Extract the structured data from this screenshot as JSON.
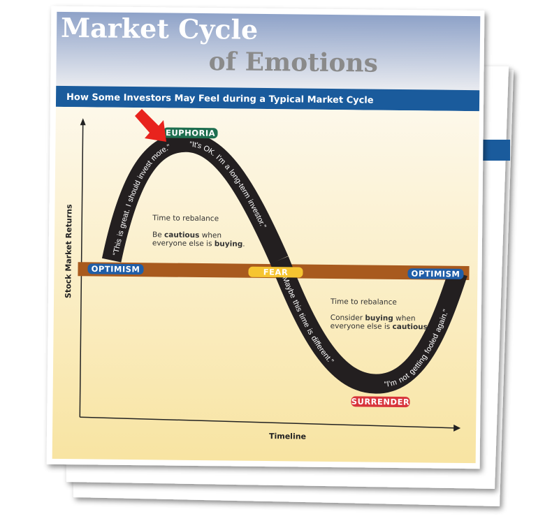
{
  "title": {
    "line1": "Market Cycle",
    "line2": "of Emotions"
  },
  "subtitle": "How Some Investors May Feel during a Typical Market Cycle",
  "axes": {
    "y_label": "Stock Market Returns",
    "x_label": "Timeline"
  },
  "phases": {
    "euphoria": "EUPHORIA",
    "optimism_start": "OPTIMISM",
    "fear": "FEAR",
    "optimism_end": "OPTIMISM",
    "surrender": "SURRENDER"
  },
  "quotes": {
    "rising": "“This is great. I should invest more.”",
    "falling": "“It's OK. I'm a long-term investor.”",
    "falling_low": "“Maybe this time is different.”",
    "recovering": "“I'm not getting fooled again.”"
  },
  "notes": {
    "top": {
      "heading": "Time to rebalance",
      "pre": "Be ",
      "b1": "cautious",
      "mid": " when",
      "line2": "everyone else is ",
      "b2": "buying",
      "end": "."
    },
    "bottom": {
      "heading": "Time to rebalance",
      "pre": "Consider ",
      "b1": "buying",
      "mid": " when",
      "line2": "everyone else is ",
      "b2": "cautious",
      "end": "."
    }
  },
  "colors": {
    "band": "#1a5b9c",
    "euphoria": "#1e6e4f",
    "optimism": "#1f5ea8",
    "fear": "#f6c531",
    "surrender": "#d8343b",
    "bar": "#a85a1e",
    "arrow": "#e8231d"
  }
}
